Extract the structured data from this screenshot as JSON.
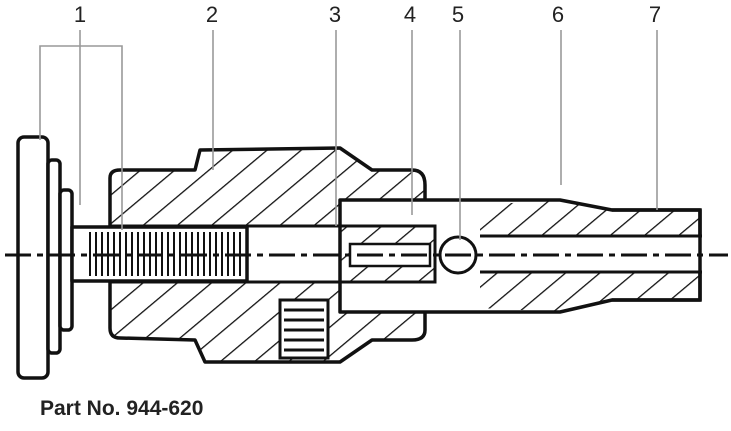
{
  "callouts": [
    "1",
    "2",
    "3",
    "4",
    "5",
    "6",
    "7"
  ],
  "caption": "Part No. 944-620",
  "colors": {
    "ink": "#111111",
    "leader": "#999999",
    "background": "#ffffff"
  }
}
